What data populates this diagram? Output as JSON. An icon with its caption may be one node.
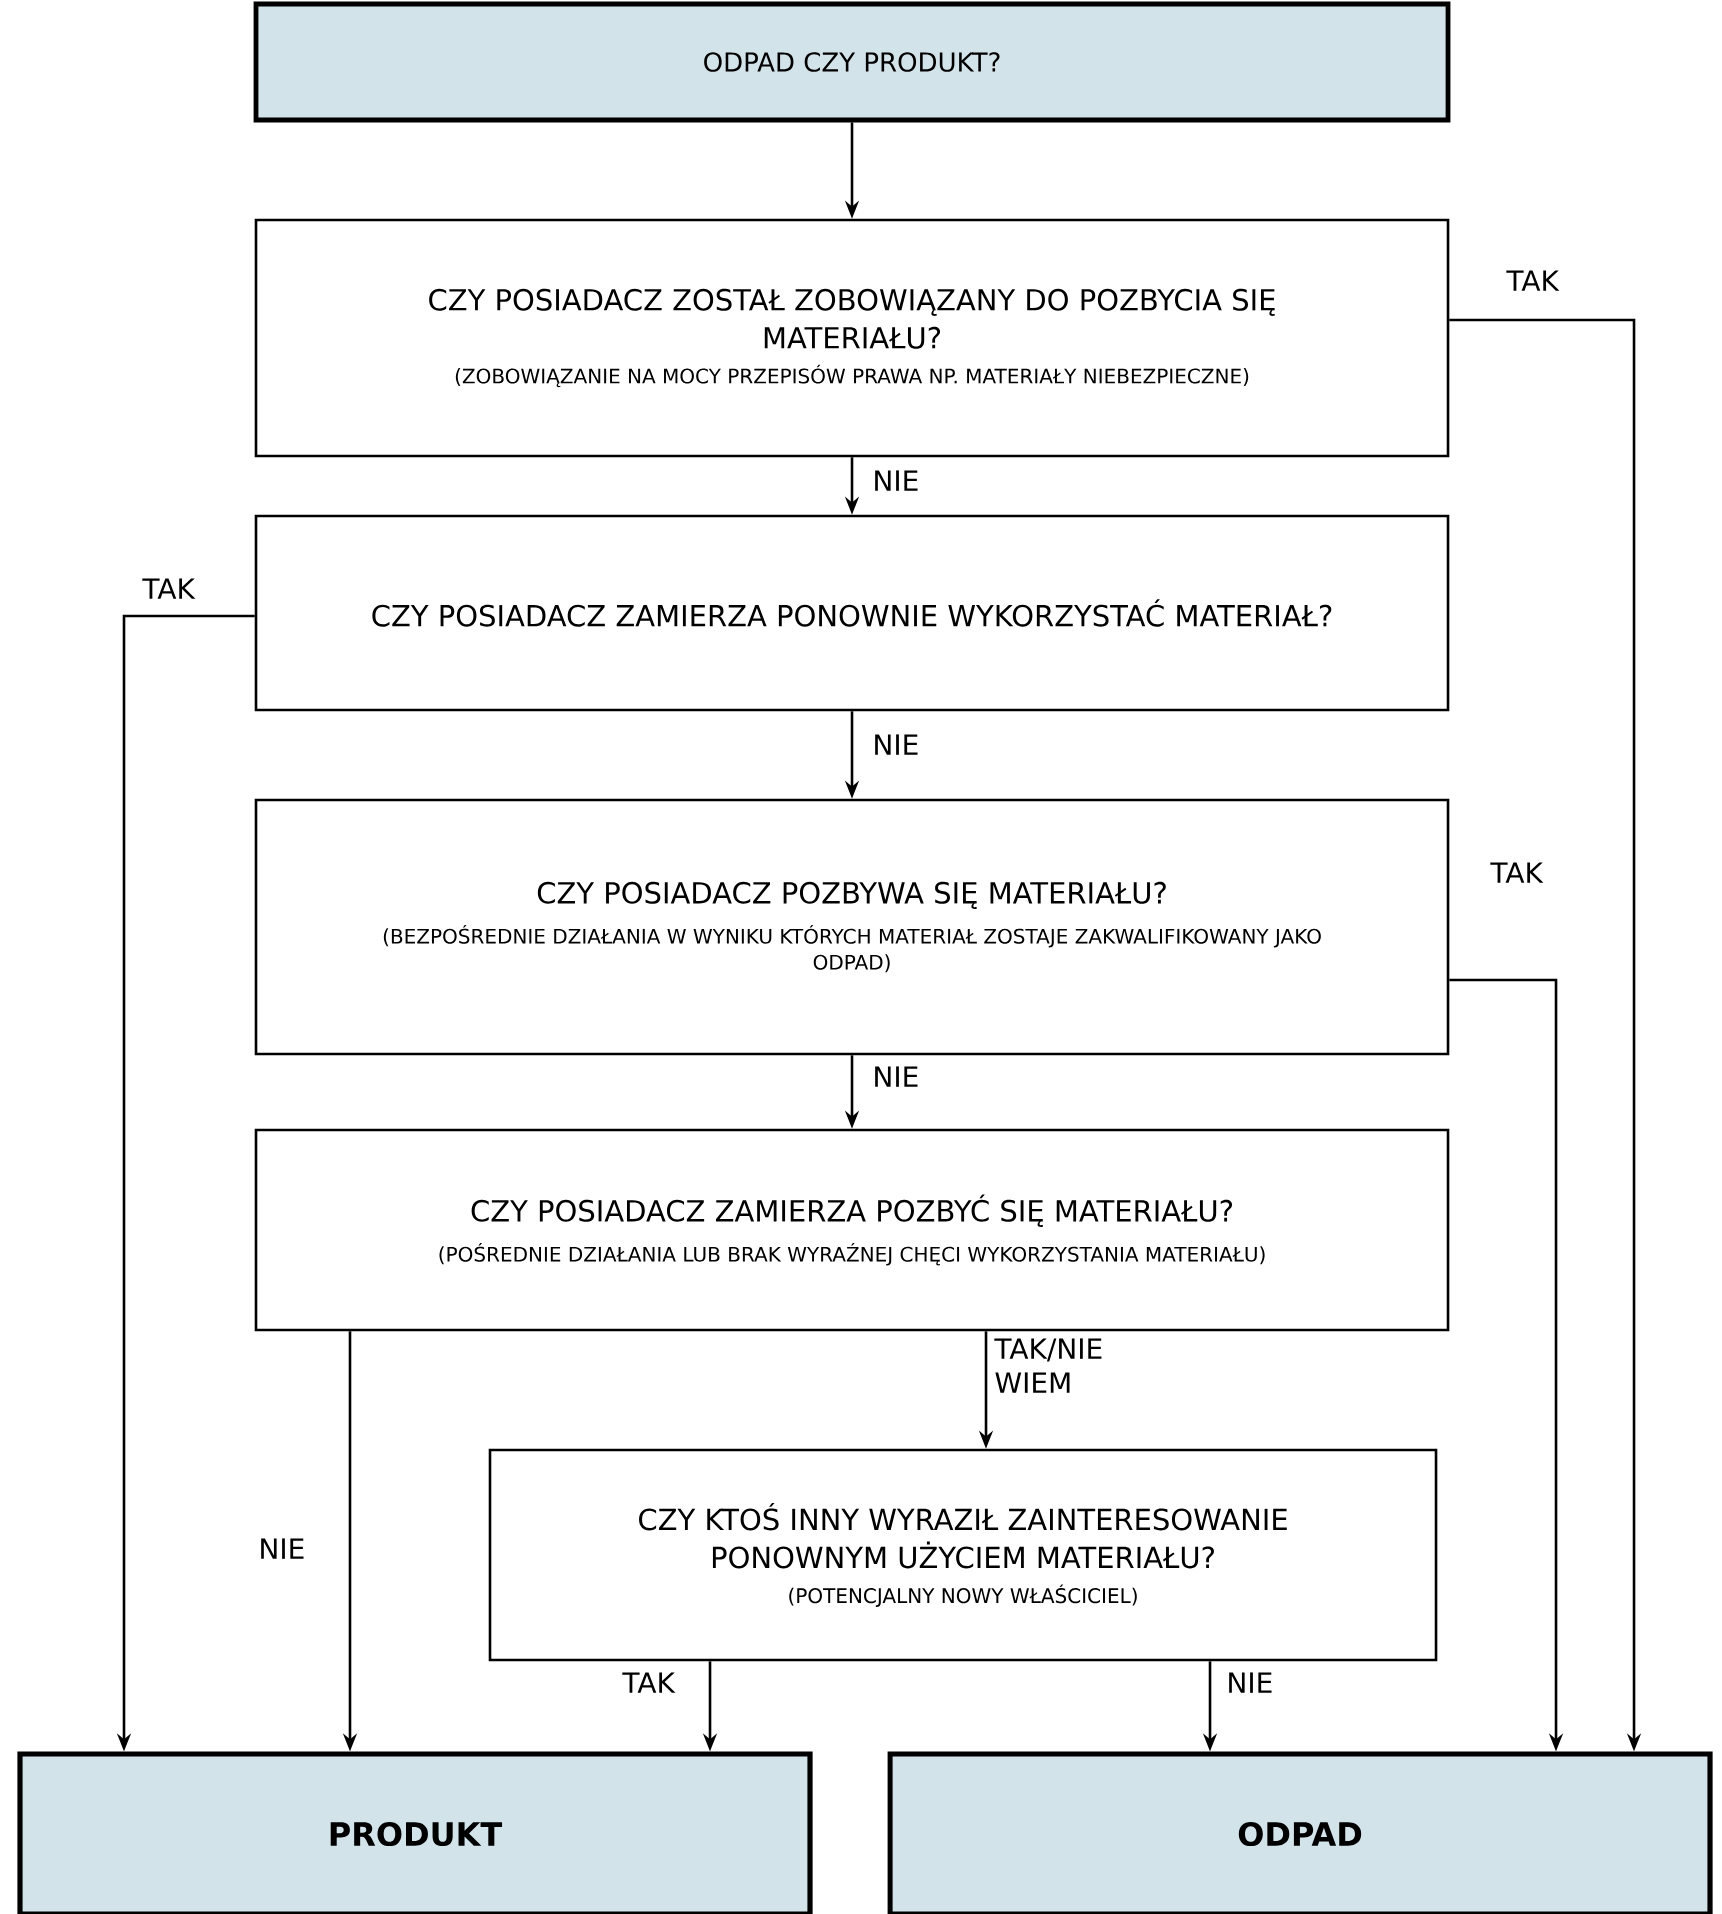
{
  "diagram": {
    "nodes": [
      {
        "text": [
          "ODPAD CZY PRODUKT?"
        ]
      },
      {
        "text": [
          "CZY POSIADACZ ZOSTAŁ ZOBOWIĄZANY DO POZBYCIA SIĘ MATERIAŁU?",
          "(ZOBOWIĄZANIE NA MOCY  PRZEPISÓW PRAWA NP. MATERIAŁY NIEBEZPIECZNE)"
        ]
      },
      {
        "text": [
          "CZY POSIADACZ ZAMIERZA PONOWNIE WYKORZYSTAĆ MATERIAŁ?"
        ]
      },
      {
        "text": [
          "CZY POSIADACZ POZBYWA  SIĘ MATERIAŁU?",
          "(BEZPOŚREDNIE DZIAŁANIA W WYNIKU KTÓRYCH MATERIAŁ ZOSTAJE ZAKWALIFIKOWANY JAKO ODPAD)"
        ]
      },
      {
        "text": [
          "CZY POSIADACZ ZAMIERZA POZBYĆ SIĘ MATERIAŁU?",
          "(POŚREDNIE DZIAŁANIA LUB BRAK WYRAŹNEJ CHĘCI WYKORZYSTANIA MATERIAŁU)"
        ]
      },
      {
        "text": [
          "CZY KTOŚ INNY WYRAZIŁ ZAINTERESOWANIE PONOWNYM UŻYCIEM MATERIAŁU?",
          "(POTENCJALNY NOWY WŁAŚCICIEL)"
        ]
      },
      {
        "text": [
          "PRODUKT"
        ]
      },
      {
        "text": [
          "ODPAD"
        ]
      }
    ],
    "edges": [
      {
        "from": 0,
        "to": 1,
        "arrow": "to"
      },
      {
        "from": 1,
        "to": 2,
        "arrow": "to",
        "label": "NIE"
      },
      {
        "from": 1,
        "to": 7,
        "arrow": "to",
        "label": "TAK"
      },
      {
        "from": 2,
        "to": 6,
        "arrow": "to",
        "label": "TAK"
      },
      {
        "from": 2,
        "to": 3,
        "arrow": "to",
        "label": "NIE"
      },
      {
        "from": 3,
        "to": 7,
        "arrow": "to",
        "label": "TAK"
      },
      {
        "from": 3,
        "to": 4,
        "arrow": "to",
        "label": "NIE"
      },
      {
        "from": 4,
        "to": 6,
        "arrow": "to",
        "label": "NIE"
      },
      {
        "from": 4,
        "to": 5,
        "arrow": "to",
        "label": "TAK/NIE WIEM"
      },
      {
        "from": 5,
        "to": 6,
        "arrow": "to",
        "label": "TAK"
      },
      {
        "from": 5,
        "to": 7,
        "arrow": "to",
        "label": "NIE"
      }
    ]
  }
}
